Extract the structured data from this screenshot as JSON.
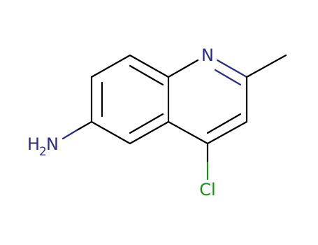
{
  "diagram": {
    "atoms": {
      "n1": {
        "element": "N",
        "label": "N",
        "color": "#2c2c8c"
      },
      "nh2": {
        "element": "N",
        "label_parts": [
          "H",
          "2",
          "N"
        ],
        "color": "#2c2c8c"
      },
      "cl": {
        "element": "Cl",
        "label": "Cl",
        "color": "#1a8f1a"
      }
    },
    "bond_color": "#000000"
  }
}
